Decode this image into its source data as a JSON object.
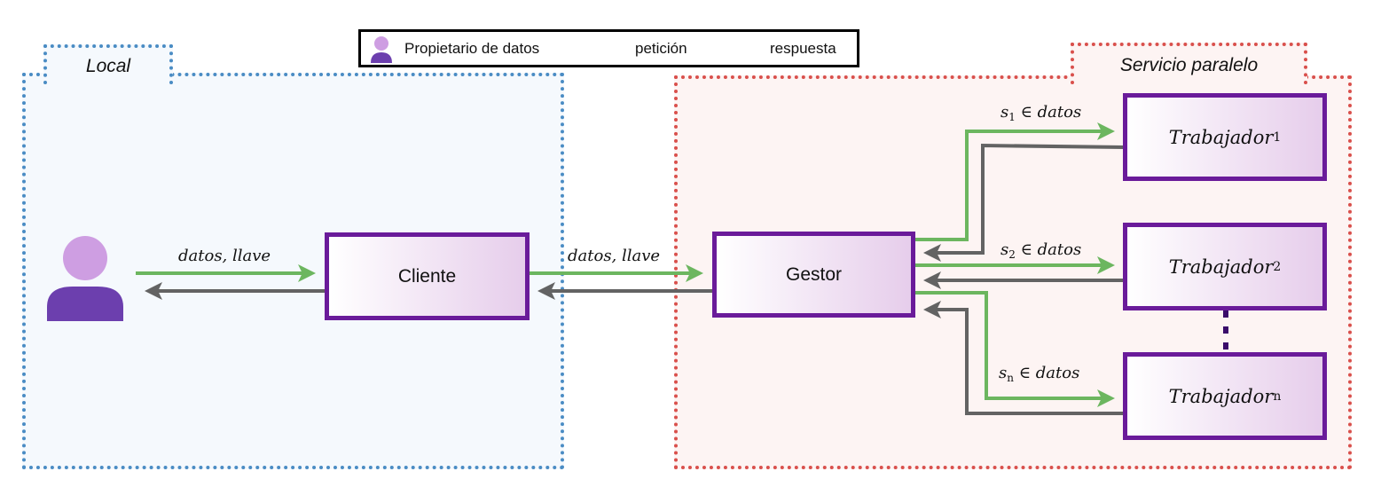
{
  "colors": {
    "request": "#6cb65f",
    "response": "#636363",
    "node_border": "#6a1b9a",
    "local_border": "#4a8cc4",
    "service_border": "#d9504c",
    "data_owner_head": "#ce9ee2",
    "data_owner_body": "#6c3fae"
  },
  "regions": {
    "local_label": "Local",
    "service_label": "Servicio paralelo"
  },
  "legend": {
    "owner_icon": "person-icon",
    "owner_label": "Propietario de datos",
    "request_label": "petición",
    "response_label": "respuesta"
  },
  "nodes": {
    "client": "Cliente",
    "manager": "Gestor",
    "workers": [
      {
        "base": "Trabajador",
        "sub": "1"
      },
      {
        "base": "Trabajador",
        "sub": "2"
      },
      {
        "base": "Trabajador",
        "sub": "n"
      }
    ]
  },
  "edges": {
    "owner_to_client": "datos, llave",
    "client_to_manager": "datos, llave",
    "manager_to_workers": [
      {
        "var": "s",
        "sub": "1",
        "rest": " ∈ datos"
      },
      {
        "var": "s",
        "sub": "2",
        "rest": " ∈ datos"
      },
      {
        "var": "s",
        "sub": "n",
        "rest": " ∈ datos"
      }
    ]
  }
}
